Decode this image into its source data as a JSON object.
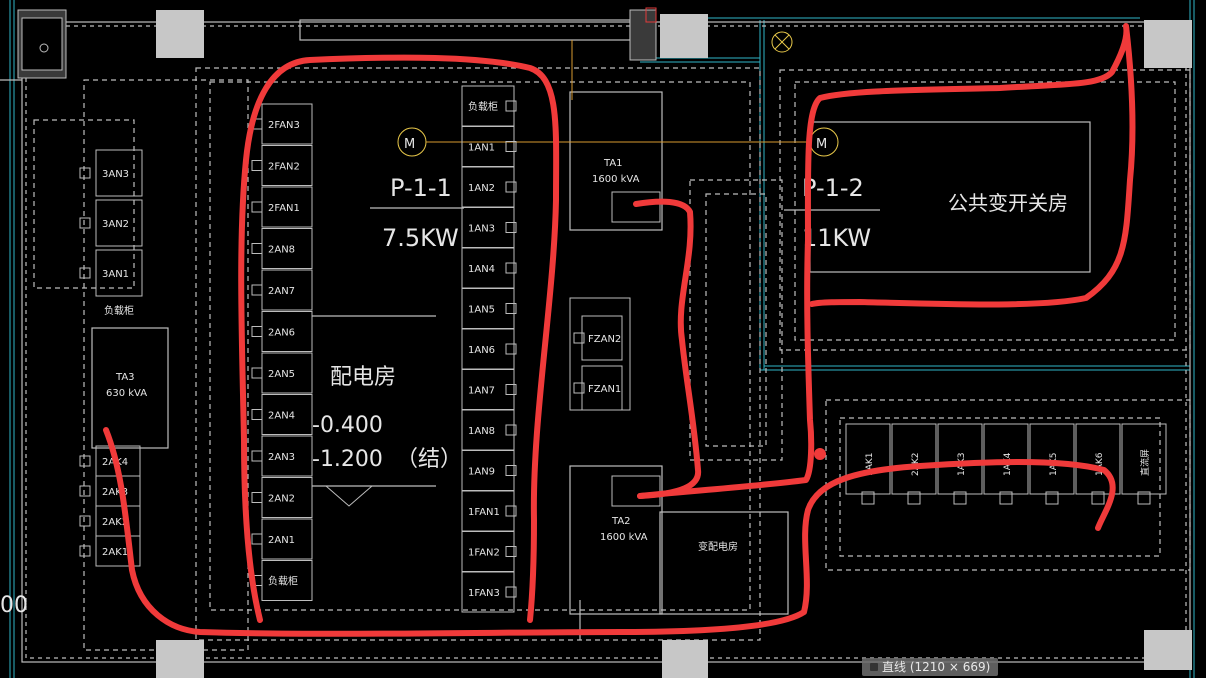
{
  "drawing": {
    "room_main": {
      "label": "配电房",
      "elev_a": "-0.400",
      "elev_b": "-1.200",
      "elev_suffix": "（结）"
    },
    "room_right": {
      "label": "公共变开关房"
    },
    "room_small": {
      "label": "变配电房"
    },
    "fans": [
      {
        "code": "P-1-1",
        "power": "7.5KW"
      },
      {
        "code": "P-1-2",
        "power": "11KW"
      }
    ],
    "transformers": [
      {
        "name": "TA1",
        "capacity": "1600 kVA"
      },
      {
        "name": "TA2",
        "capacity": "1600 kVA"
      },
      {
        "name": "TA3",
        "capacity": "630 kVA"
      }
    ],
    "panels_2": [
      "2FAN3",
      "2FAN2",
      "2FAN1",
      "2AN8",
      "2AN7",
      "2AN6",
      "2AN5",
      "2AN4",
      "2AN3",
      "2AN2",
      "2AN1",
      "负载柜"
    ],
    "panels_1": [
      "负载柜",
      "1AN1",
      "1AN2",
      "1AN3",
      "1AN4",
      "1AN5",
      "1AN6",
      "1AN7",
      "1AN8",
      "1AN9",
      "1FAN1",
      "1FAN2",
      "1FAN3"
    ],
    "panels_3": [
      "3AN3",
      "3AN2",
      "3AN1"
    ],
    "panels_2ak": [
      "2AK4",
      "2AK3",
      "2AK2",
      "2AK1"
    ],
    "panels_fz": [
      "FZAN2",
      "FZAN1"
    ],
    "panels_ak": [
      "1AK1",
      "2AK2",
      "1AK3",
      "1AK4",
      "1AK5",
      "1AK6",
      "直流屏"
    ],
    "label_left_box": "负载柜",
    "edge_number": "00"
  },
  "status": {
    "tooltip": "直线 (1210 × 669)"
  },
  "colors": {
    "line": "#c8c8c8",
    "cyan": "#2fb6c8",
    "red_markup": "#f03a3a",
    "yellow": "#e8c84a"
  }
}
